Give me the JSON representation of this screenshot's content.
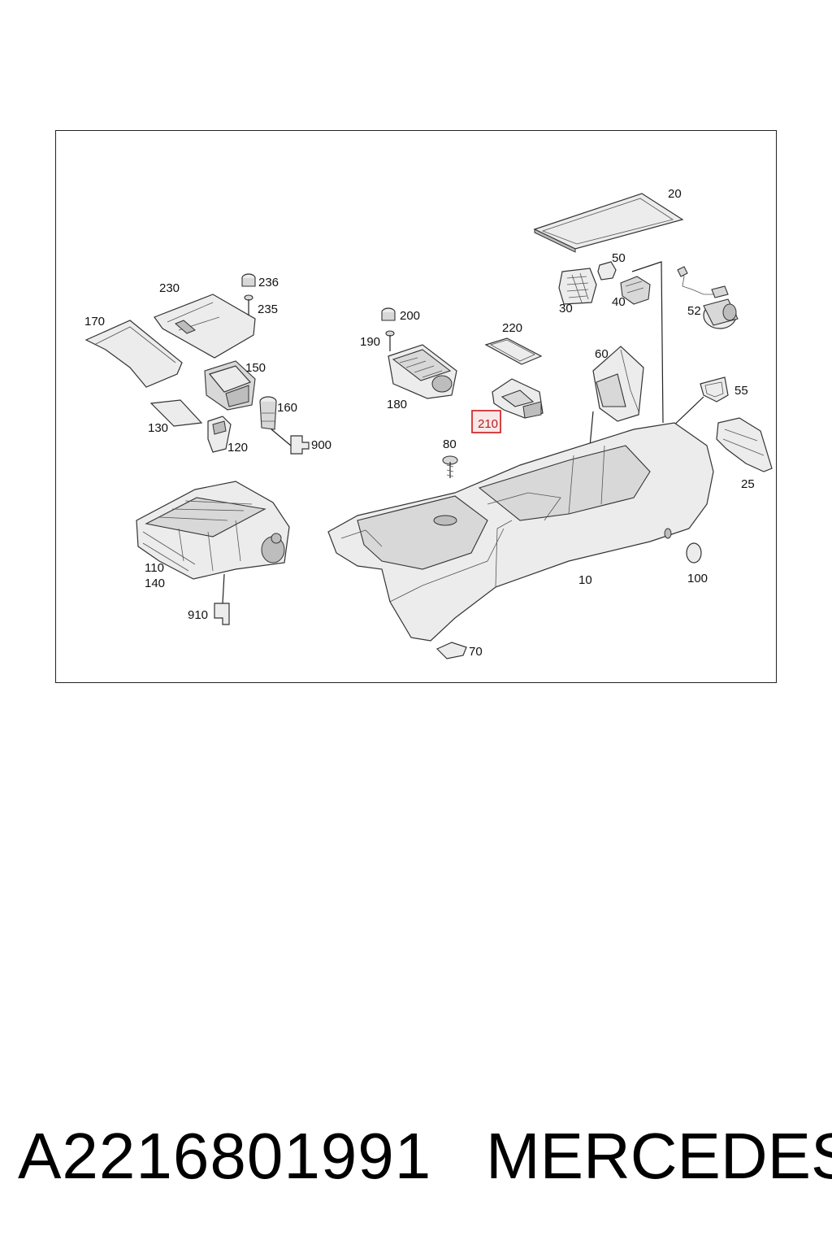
{
  "diagram": {
    "labels": {
      "p20": "20",
      "p50": "50",
      "p30": "30",
      "p40": "40",
      "p52": "52",
      "p55": "55",
      "p25": "25",
      "p60": "60",
      "p10": "10",
      "p100": "100",
      "p70": "70",
      "p80": "80",
      "p210": "210",
      "p220": "220",
      "p200": "200",
      "p190": "190",
      "p180": "180",
      "p230": "230",
      "p236": "236",
      "p235": "235",
      "p170": "170",
      "p150": "150",
      "p160": "160",
      "p130": "130",
      "p120": "120",
      "p900": "900",
      "p110": "110",
      "p140": "140",
      "p910": "910"
    },
    "highlighted_part": "210",
    "highlight_color": "#d03030"
  },
  "caption": {
    "part_number": "A2216801991",
    "brand": "MERCEDES"
  }
}
